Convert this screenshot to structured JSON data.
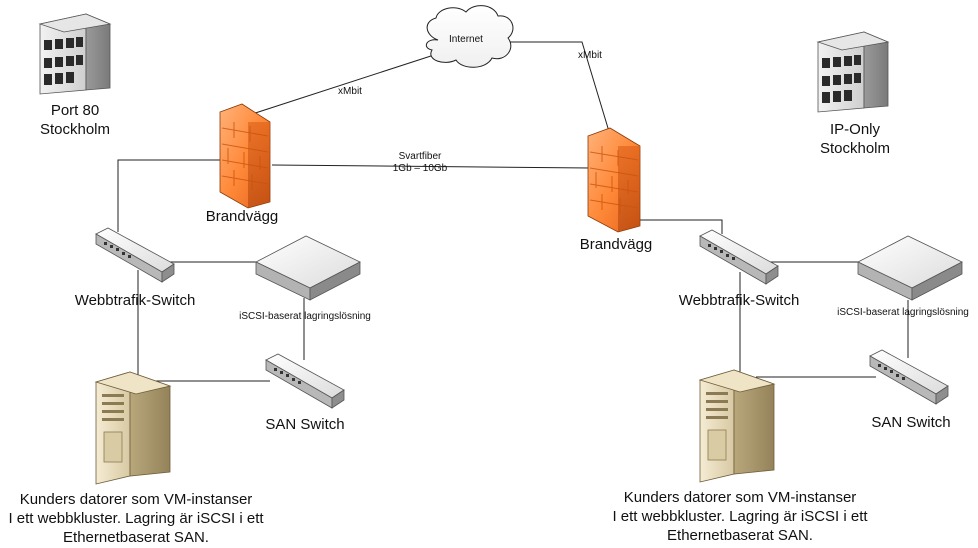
{
  "internet": "Internet",
  "links": {
    "left_uplink": "xMbit",
    "right_uplink": "xMbit",
    "fiber_line1": "Svartfiber",
    "fiber_line2": "1Gb – 10Gb"
  },
  "left": {
    "datacenter_line1": "Port 80",
    "datacenter_line2": "Stockholm",
    "firewall": "Brandvägg",
    "web_switch": "Webbtrafik-Switch",
    "storage": "iSCSI-baserat lagringslösning",
    "san_switch": "SAN Switch",
    "servers_line1": "Kunders datorer som VM-instanser",
    "servers_line2": "I ett webbkluster. Lagring är iSCSI i ett",
    "servers_line3": "Ethernetbaserat SAN."
  },
  "right": {
    "datacenter_line1": "IP-Only",
    "datacenter_line2": "Stockholm",
    "firewall": "Brandvägg",
    "web_switch": "Webbtrafik-Switch",
    "storage": "iSCSI-baserat lagringslösning",
    "san_switch": "SAN Switch",
    "servers_line1": "Kunders datorer som VM-instanser",
    "servers_line2": "I ett webbkluster. Lagring är iSCSI i ett",
    "servers_line3": "Ethernetbaserat SAN."
  }
}
